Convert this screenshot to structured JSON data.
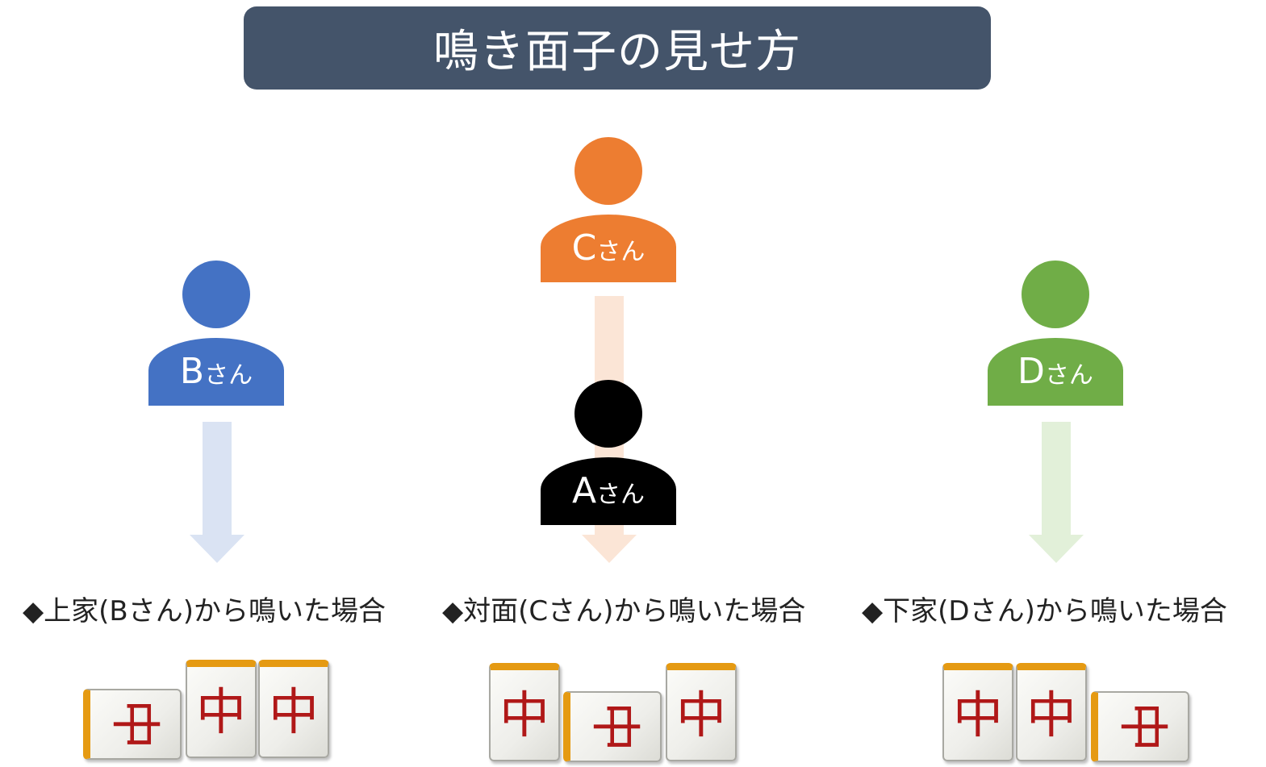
{
  "title": "鳴き面子の見せ方",
  "players": {
    "a": {
      "letter": "A",
      "san": "さん",
      "color": "#000000"
    },
    "b": {
      "letter": "B",
      "san": "さん",
      "color": "#4472c4"
    },
    "c": {
      "letter": "C",
      "san": "さん",
      "color": "#ed7d31"
    },
    "d": {
      "letter": "D",
      "san": "さん",
      "color": "#70ad47"
    }
  },
  "captions": {
    "left": "◆上家(Bさん)から鳴いた場合",
    "center": "◆対面(Cさん)から鳴いた場合",
    "right": "◆下家(Dさん)から鳴いた場合"
  },
  "tiles": {
    "glyph": "中",
    "left": [
      "sideways",
      "upright",
      "upright"
    ],
    "center": [
      "upright",
      "sideways",
      "upright"
    ],
    "right": [
      "upright",
      "upright",
      "sideways"
    ]
  },
  "colors": {
    "banner": "#44546a",
    "arrow_blue": "#dae3f3",
    "arrow_orange": "#fbe5d6",
    "arrow_green": "#e2f0d9",
    "tile_back": "#e59a12",
    "tile_glyph": "#b01818"
  }
}
